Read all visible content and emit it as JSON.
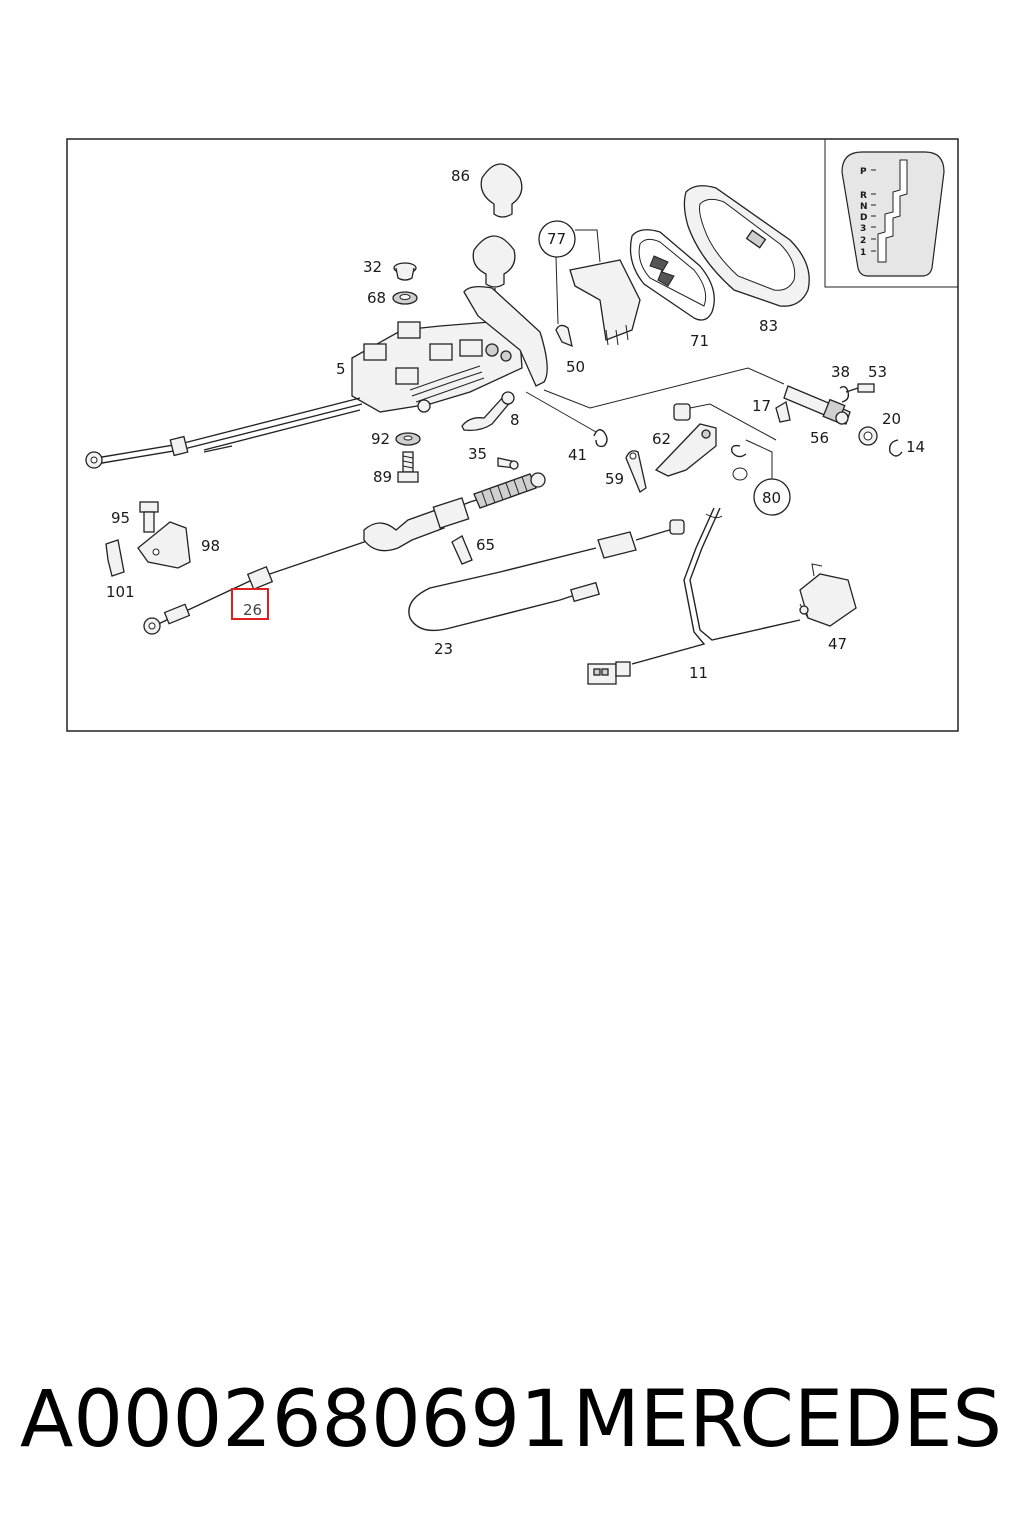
{
  "diagram": {
    "callouts": [
      "86",
      "32",
      "68",
      "77",
      "71",
      "83",
      "5",
      "50",
      "38",
      "53",
      "8",
      "17",
      "20",
      "92",
      "41",
      "56",
      "14",
      "35",
      "62",
      "89",
      "59",
      "80",
      "95",
      "98",
      "65",
      "101",
      "26",
      "47",
      "23",
      "11"
    ],
    "highlighted_callout": "26",
    "highlight_color": "#e02020",
    "shift_gate_labels": [
      "P",
      "R",
      "N",
      "D",
      "3",
      "2",
      "1"
    ]
  },
  "footer": {
    "part_number": "A0002680691",
    "brand": "MERCEDES"
  }
}
